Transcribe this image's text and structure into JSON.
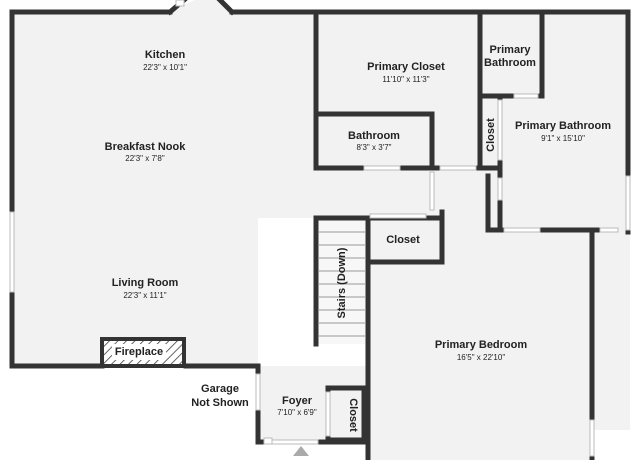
{
  "rooms": {
    "kitchen": {
      "name": "Kitchen",
      "dims": "22'3\" x 10'1\""
    },
    "breakfast_nook": {
      "name": "Breakfast Nook",
      "dims": "22'3\" x 7'8\""
    },
    "living_room": {
      "name": "Living Room",
      "dims": "22'3\" x 11'1\""
    },
    "fireplace": {
      "name": "Fireplace"
    },
    "primary_closet": {
      "name": "Primary Closet",
      "dims": "11'10\" x 11'3\""
    },
    "primary_bathroom_small": {
      "line1": "Primary",
      "line2": "Bathroom"
    },
    "bathroom": {
      "name": "Bathroom",
      "dims": "8'3\" x 3'7\""
    },
    "closet_vertical": {
      "name": "Closet"
    },
    "primary_bathroom": {
      "name": "Primary Bathroom",
      "dims": "9'1\" x 15'10\""
    },
    "closet_mid": {
      "name": "Closet"
    },
    "stairs": {
      "name": "Stairs (Down)"
    },
    "primary_bedroom": {
      "name": "Primary Bedroom",
      "dims": "16'5\" x 22'10\""
    },
    "garage": {
      "line1": "Garage",
      "line2": "Not Shown"
    },
    "foyer": {
      "name": "Foyer",
      "dims": "7'10\" x 6'9\""
    },
    "closet_foyer": {
      "name": "Closet"
    }
  },
  "colors": {
    "floor": "#f2f2f2",
    "wall": "#333333",
    "text": "#222222",
    "entry_arrow": "#aaaaaa"
  }
}
